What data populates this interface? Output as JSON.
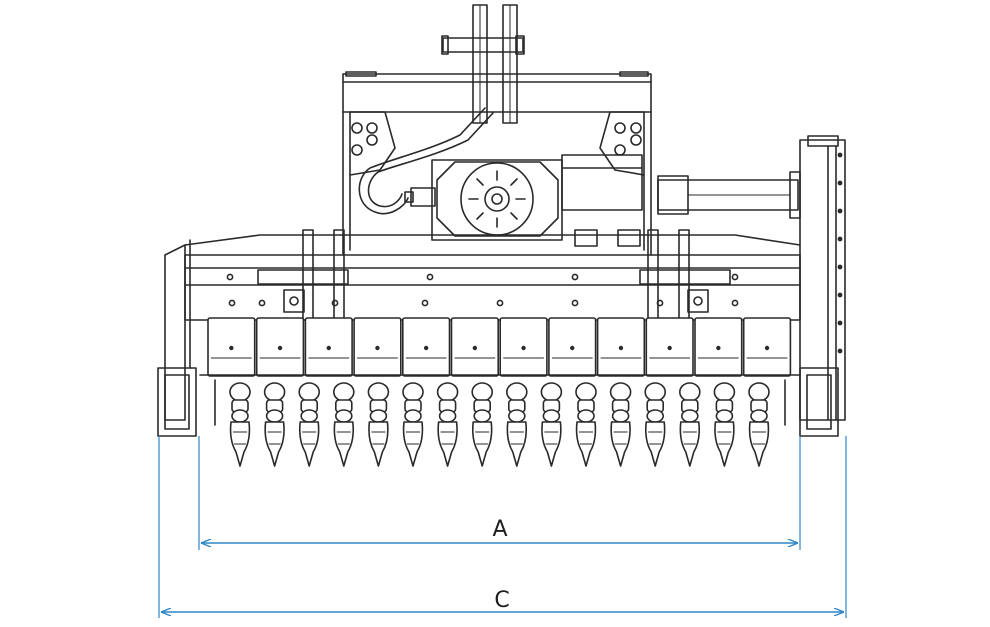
{
  "diagram": {
    "dimensions": [
      {
        "id": "A",
        "label": "A"
      },
      {
        "id": "C",
        "label": "C"
      }
    ],
    "colors": {
      "line": "#2a2a2a",
      "dimension": "#2f86c7",
      "background": "#ffffff"
    }
  }
}
